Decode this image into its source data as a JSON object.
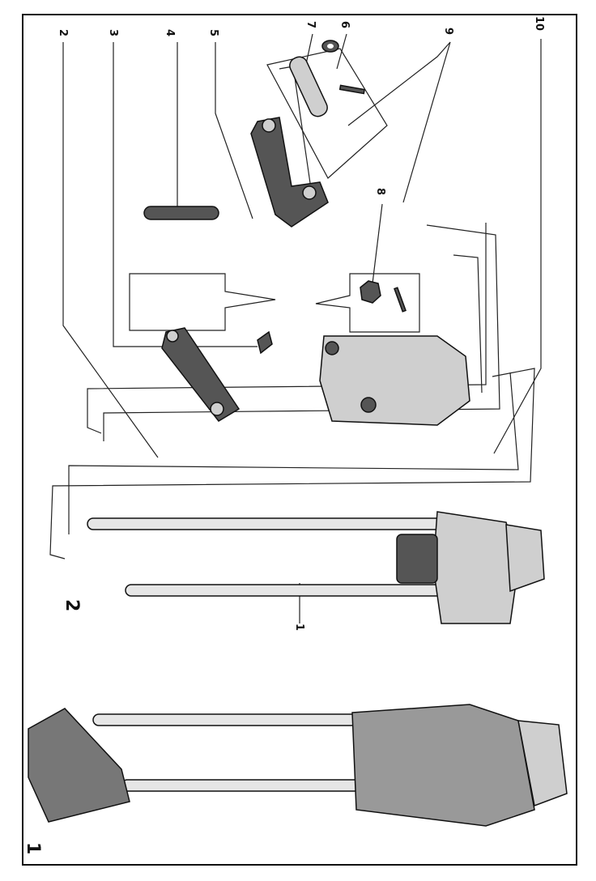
{
  "figure_labels": {
    "fig1": "1",
    "fig2": "2"
  },
  "callouts": {
    "c1": "1",
    "c2": "2",
    "c3": "3",
    "c4": "4",
    "c5": "5",
    "c6": "6",
    "c7": "7",
    "c8": "8",
    "c9": "9",
    "c10": "10"
  }
}
